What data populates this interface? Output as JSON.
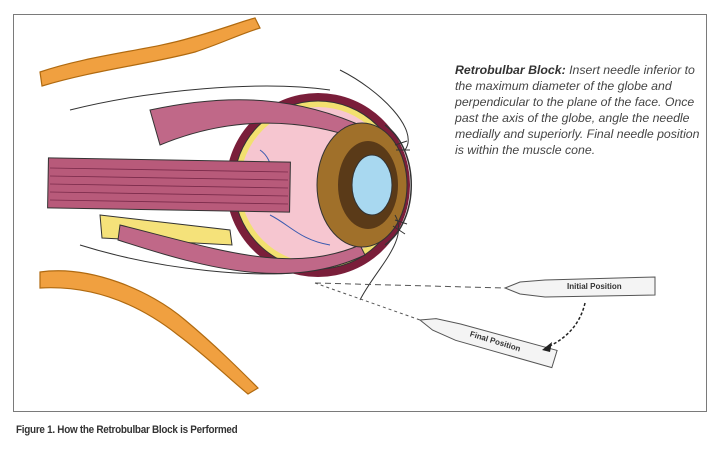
{
  "description": {
    "heading": "Retrobulbar Block:",
    "body": "Insert needle inferior to the maximum diameter of the globe and perpendicular to the plane of the face. Once past the axis of the globe, angle the needle medially and superiorly. Final needle position is within the muscle cone."
  },
  "needles": {
    "initial_label": "Initial Position",
    "final_label": "Final Position"
  },
  "caption": "Figure 1. How the Retrobulbar Block is Performed",
  "colors": {
    "bone": "#f0a040",
    "muscle": "#b85a7a",
    "globe": "#f6c6d0",
    "iris": "#a0702a"
  }
}
